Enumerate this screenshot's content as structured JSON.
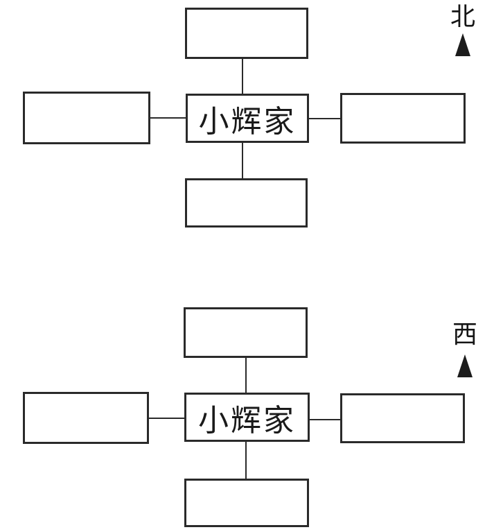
{
  "worksheet": {
    "colors": {
      "background": "#ffffff",
      "line": "#2a2a2a",
      "text": "#1a1a1a"
    }
  },
  "diagrams": [
    {
      "id": "north",
      "boxes": {
        "top": "",
        "left": "",
        "center": "小辉家",
        "right": "",
        "bottom": ""
      },
      "compass": {
        "label": "北",
        "arrow": "up-triangle"
      }
    },
    {
      "id": "west",
      "boxes": {
        "top": "",
        "left": "",
        "center": "小辉家",
        "right": "",
        "bottom": ""
      },
      "compass": {
        "label": "西",
        "arrow": "up-triangle"
      }
    }
  ]
}
